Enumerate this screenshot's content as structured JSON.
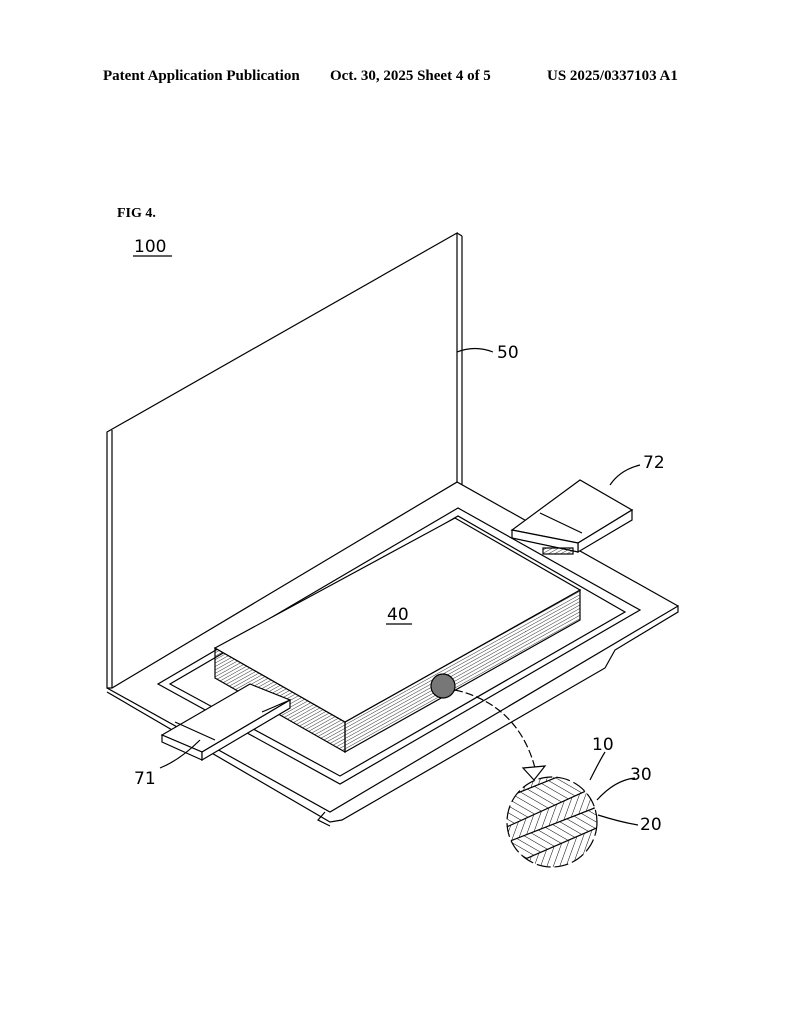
{
  "header": {
    "publication": "Patent Application Publication",
    "date_sheet": "Oct. 30, 2025  Sheet 4 of 5",
    "number": "US 2025/0337103 A1"
  },
  "figure": {
    "title": "FIG 4.",
    "labels": {
      "assembly": "100",
      "wall": "50",
      "tab_right": "72",
      "cell_stack": "40",
      "tab_left": "71",
      "layer_top": "10",
      "layer_mid": "30",
      "layer_bottom": "20"
    }
  }
}
